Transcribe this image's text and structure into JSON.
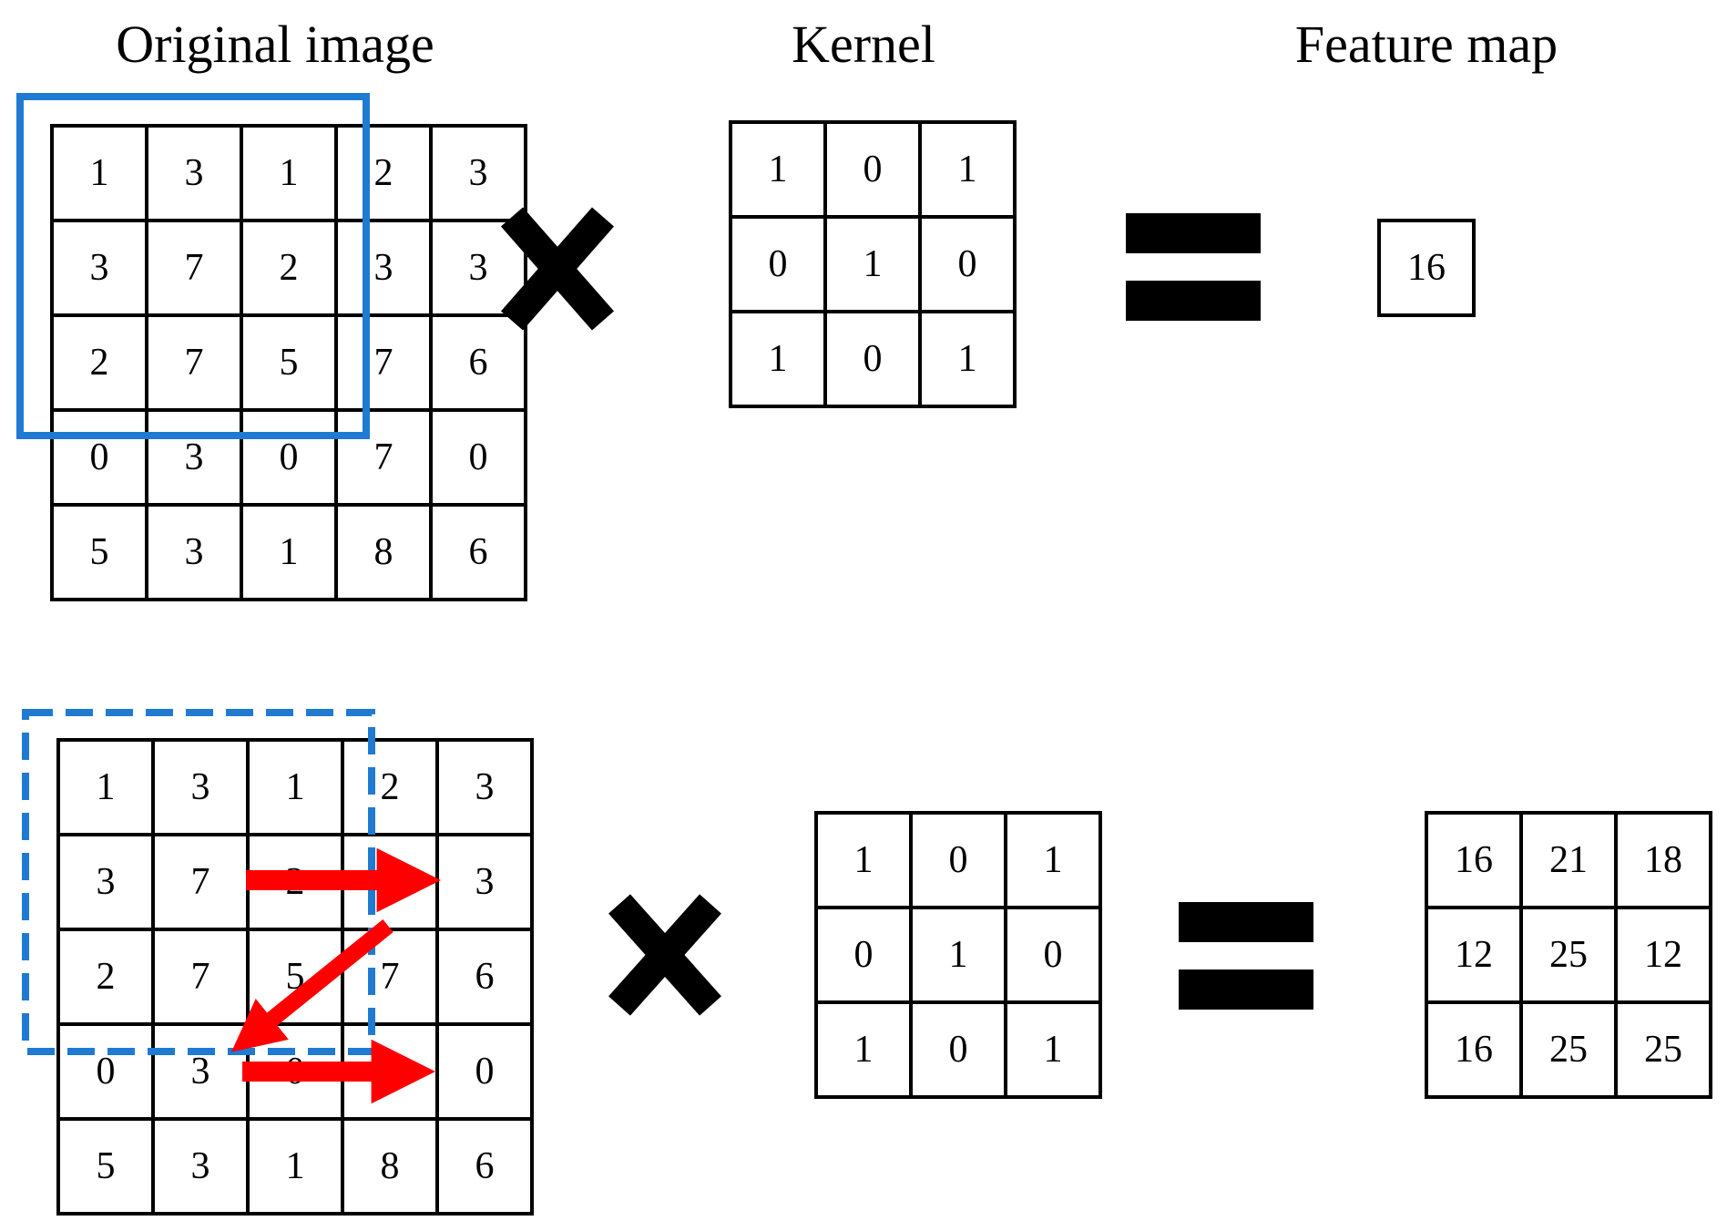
{
  "headings": {
    "original_image": "Original image",
    "kernel": "Kernel",
    "feature_map": "Feature map"
  },
  "colors": {
    "window_outline": "#1f7ad1",
    "sliding_arrows": "#ff0000",
    "grid_lines": "#000000"
  },
  "original_image": [
    [
      "1",
      "3",
      "1",
      "2",
      "3"
    ],
    [
      "3",
      "7",
      "2",
      "3",
      "3"
    ],
    [
      "2",
      "7",
      "5",
      "7",
      "6"
    ],
    [
      "0",
      "3",
      "0",
      "7",
      "0"
    ],
    [
      "5",
      "3",
      "1",
      "8",
      "6"
    ]
  ],
  "kernel": [
    [
      "1",
      "0",
      "1"
    ],
    [
      "0",
      "1",
      "0"
    ],
    [
      "1",
      "0",
      "1"
    ]
  ],
  "feature_map_first": [
    [
      "16"
    ]
  ],
  "feature_map_full": [
    [
      "16",
      "21",
      "18"
    ],
    [
      "12",
      "25",
      "12"
    ],
    [
      "16",
      "25",
      "25"
    ]
  ],
  "operators": {
    "multiply": "multiply-icon",
    "equals": "equals-icon"
  }
}
